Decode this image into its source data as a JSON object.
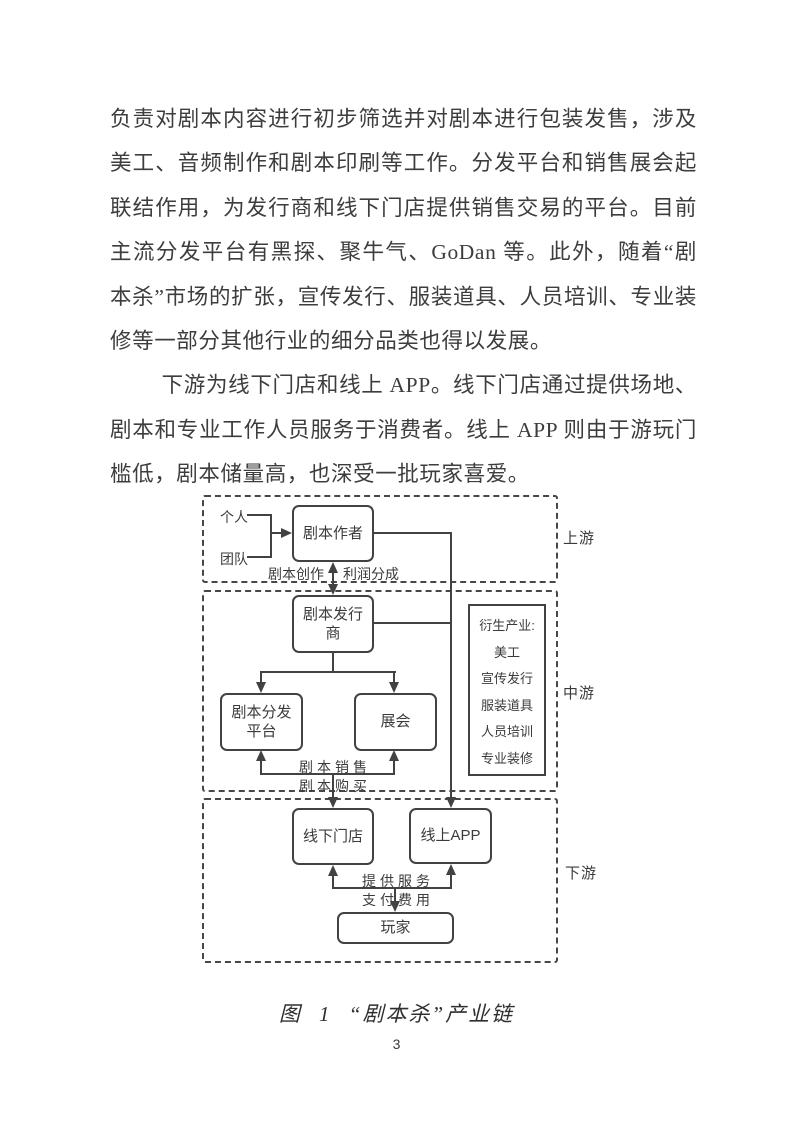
{
  "page": {
    "paragraphs": [
      {
        "text": "负责对剧本内容进行初步筛选并对剧本进行包装发售，涉及美工、音频制作和剧本印刷等工作。分发平台和销售展会起联结作用，为发行商和线下门店提供销售交易的平台。目前主流分发平台有黑探、聚牛气、GoDan 等。此外，随着“剧本杀”市场的扩张，宣传发行、服装道具、人员培训、专业装修等一部分其他行业的细分品类也得以发展。"
      },
      {
        "text": "下游为线下门店和线上 APP。线下门店通过提供场地、剧本和专业工作人员服务于消费者。线上 APP 则由于游玩门槛低，剧本储量高，也深受一批玩家喜爱。"
      }
    ],
    "caption": "图 1 “剧本杀”产业链",
    "page_number": "3"
  },
  "diagram": {
    "sections": [
      {
        "label": "上游"
      },
      {
        "label": "中游"
      },
      {
        "label": "下游"
      }
    ],
    "sources": {
      "individual": "个人",
      "team": "团队"
    },
    "nodes": {
      "author": "剧本作者",
      "publisher": "剧本发行商",
      "platform": "剧本分发平台",
      "expo": "展会",
      "offline_store": "线下门店",
      "online_app": "线上APP",
      "player": "玩家"
    },
    "derivative": {
      "title": "衍生产业:",
      "items": [
        "美工",
        "宣传发行",
        "服装道具",
        "人员培训",
        "专业装修"
      ]
    },
    "flow_labels": {
      "script_creation": "剧本创作",
      "profit_share": "利润分成",
      "script_sales": "剧本销售",
      "script_purchase": "剧本购买",
      "provide_service": "提供服务",
      "pay_fee": "支付费用"
    },
    "edges": [
      {
        "from": "个人/团队",
        "to": "剧本作者"
      },
      {
        "from": "剧本作者",
        "to": "剧本发行商",
        "labels": [
          "剧本创作",
          "利润分成"
        ],
        "bidirectional": true
      },
      {
        "from": "剧本作者",
        "to": "线上APP"
      },
      {
        "from": "剧本发行商",
        "to": "剧本分发平台"
      },
      {
        "from": "剧本发行商",
        "to": "展会"
      },
      {
        "from": "线下门店",
        "to": "剧本分发平台/展会",
        "labels": [
          "剧本销售",
          "剧本购买"
        ],
        "bidirectional": true
      },
      {
        "from": "玩家",
        "to": "线下门店/线上APP",
        "labels": [
          "提供服务",
          "支付费用"
        ],
        "bidirectional": true
      }
    ]
  }
}
